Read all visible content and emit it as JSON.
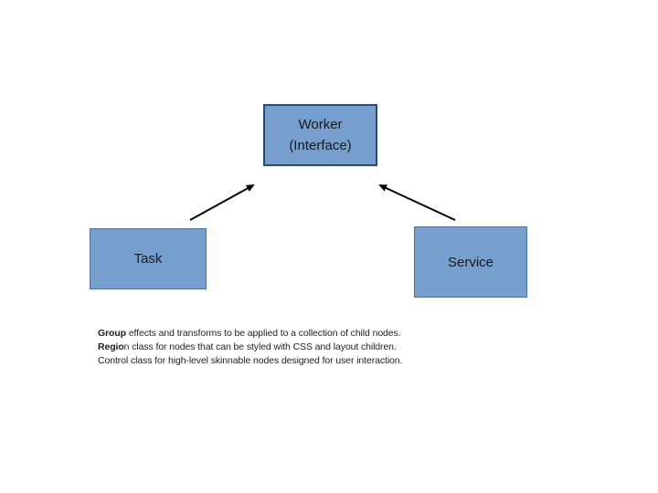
{
  "diagram": {
    "worker": {
      "line1": "Worker",
      "line2": "(Interface)"
    },
    "task": {
      "label": "Task"
    },
    "service": {
      "label": "Service"
    },
    "colors": {
      "node_fill": "#769fcd",
      "node_border": "#50719c",
      "worker_border": "#2b4a70",
      "node_text": "#1a1a1a",
      "arrow": "#000000"
    }
  },
  "notes": {
    "lines": [
      {
        "bold": "Group",
        "rest": " effects and transforms to be applied to a collection of child nodes."
      },
      {
        "bold": "Regio",
        "rest": "n class for nodes that can be styled with CSS and layout children."
      },
      {
        "bold": "",
        "rest": "Control class for high-level skinnable nodes designed for user interaction."
      }
    ]
  }
}
